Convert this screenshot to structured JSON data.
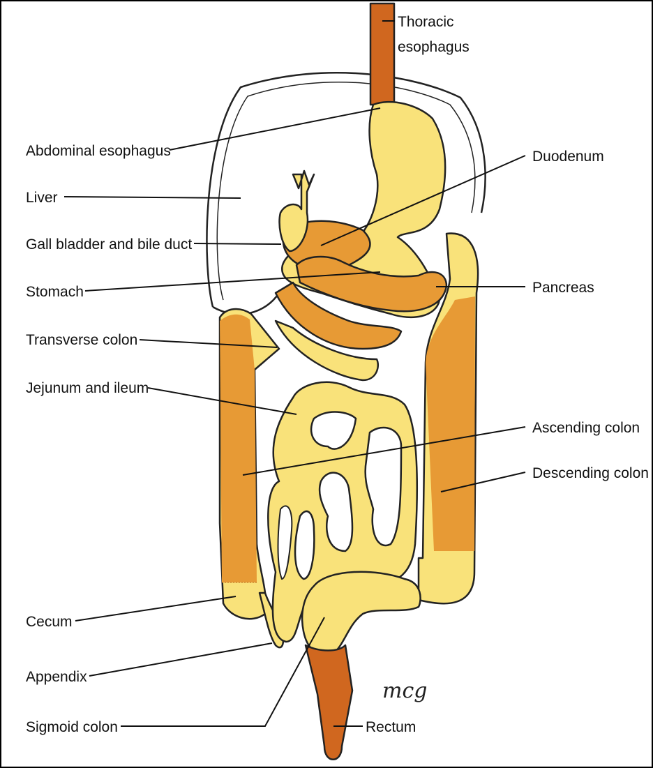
{
  "diagram": {
    "labels": {
      "thoracic_esophagus": [
        "Thoracic",
        "esophagus"
      ],
      "abdominal_esophagus": "Abdominal esophagus",
      "liver": "Liver",
      "gall_bladder": "Gall bladder and bile duct",
      "stomach": "Stomach",
      "transverse_colon": "Transverse colon",
      "jejunum_ileum": "Jejunum and ileum",
      "cecum": "Cecum",
      "appendix": "Appendix",
      "sigmoid_colon": "Sigmoid colon",
      "duodenum": "Duodenum",
      "pancreas": "Pancreas",
      "ascending_colon": "Ascending colon",
      "descending_colon": "Descending colon",
      "rectum": "Rectum"
    },
    "signature": "mcg"
  },
  "colors": {
    "light_yellow": "#f9e27a",
    "orange": "#e79a35",
    "dark_orange": "#d0671f",
    "outline": "#222222"
  }
}
